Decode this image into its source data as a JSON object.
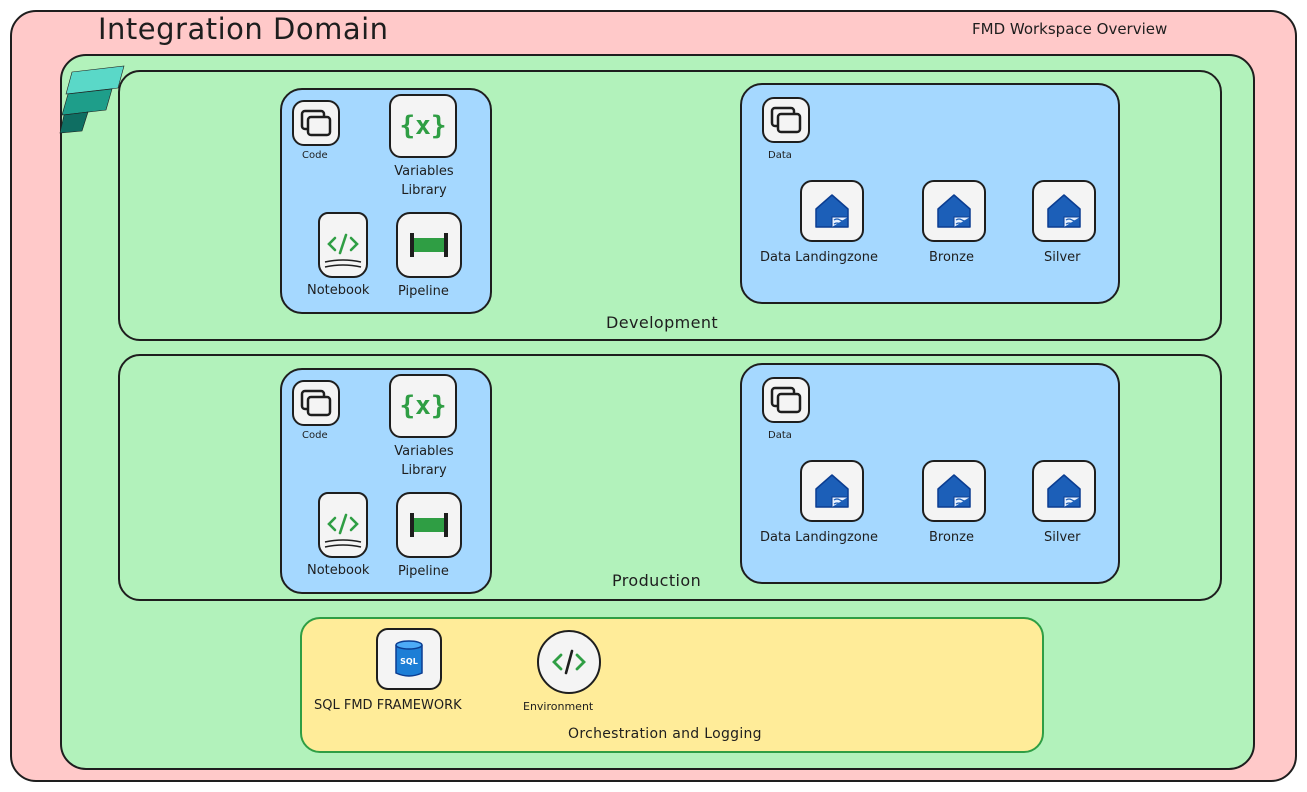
{
  "domain": {
    "title": "Integration Domain",
    "overview": "FMD Workspace Overview"
  },
  "environments": [
    {
      "label": "Development",
      "code_label": "Code",
      "variables_label_1": "Variables",
      "variables_label_2": "Library",
      "notebook_label": "Notebook",
      "pipeline_label": "Pipeline",
      "data_label": "Data",
      "lakehouses": [
        "Data Landingzone",
        "Bronze",
        "Silver"
      ]
    },
    {
      "label": "Production",
      "code_label": "Code",
      "variables_label_1": "Variables",
      "variables_label_2": "Library",
      "notebook_label": "Notebook",
      "pipeline_label": "Pipeline",
      "data_label": "Data",
      "lakehouses": [
        "Data Landingzone",
        "Bronze",
        "Silver"
      ]
    }
  ],
  "orchestration": {
    "label": "Orchestration and Logging",
    "sql_label": "SQL FMD FRAMEWORK",
    "sql_icon_text": "SQL",
    "environment_label": "Environment"
  },
  "colors": {
    "domain_bg": "#ffc9c9",
    "workspace_bg": "#b2f2bb",
    "panel_bg": "#a5d8ff",
    "orchestration_bg": "#ffec99",
    "accent_green": "#2f9e44",
    "lakehouse_blue": "#1c5fb8"
  },
  "icons": {
    "fabric_logo": "fabric-logo",
    "code": "stacked-windows-icon",
    "variables": "curly-braces-x-icon",
    "notebook": "notebook-code-icon",
    "pipeline": "pipeline-icon",
    "data": "stacked-windows-icon",
    "lakehouse": "lakehouse-icon",
    "sql": "sql-database-icon",
    "environment": "code-circle-icon"
  }
}
